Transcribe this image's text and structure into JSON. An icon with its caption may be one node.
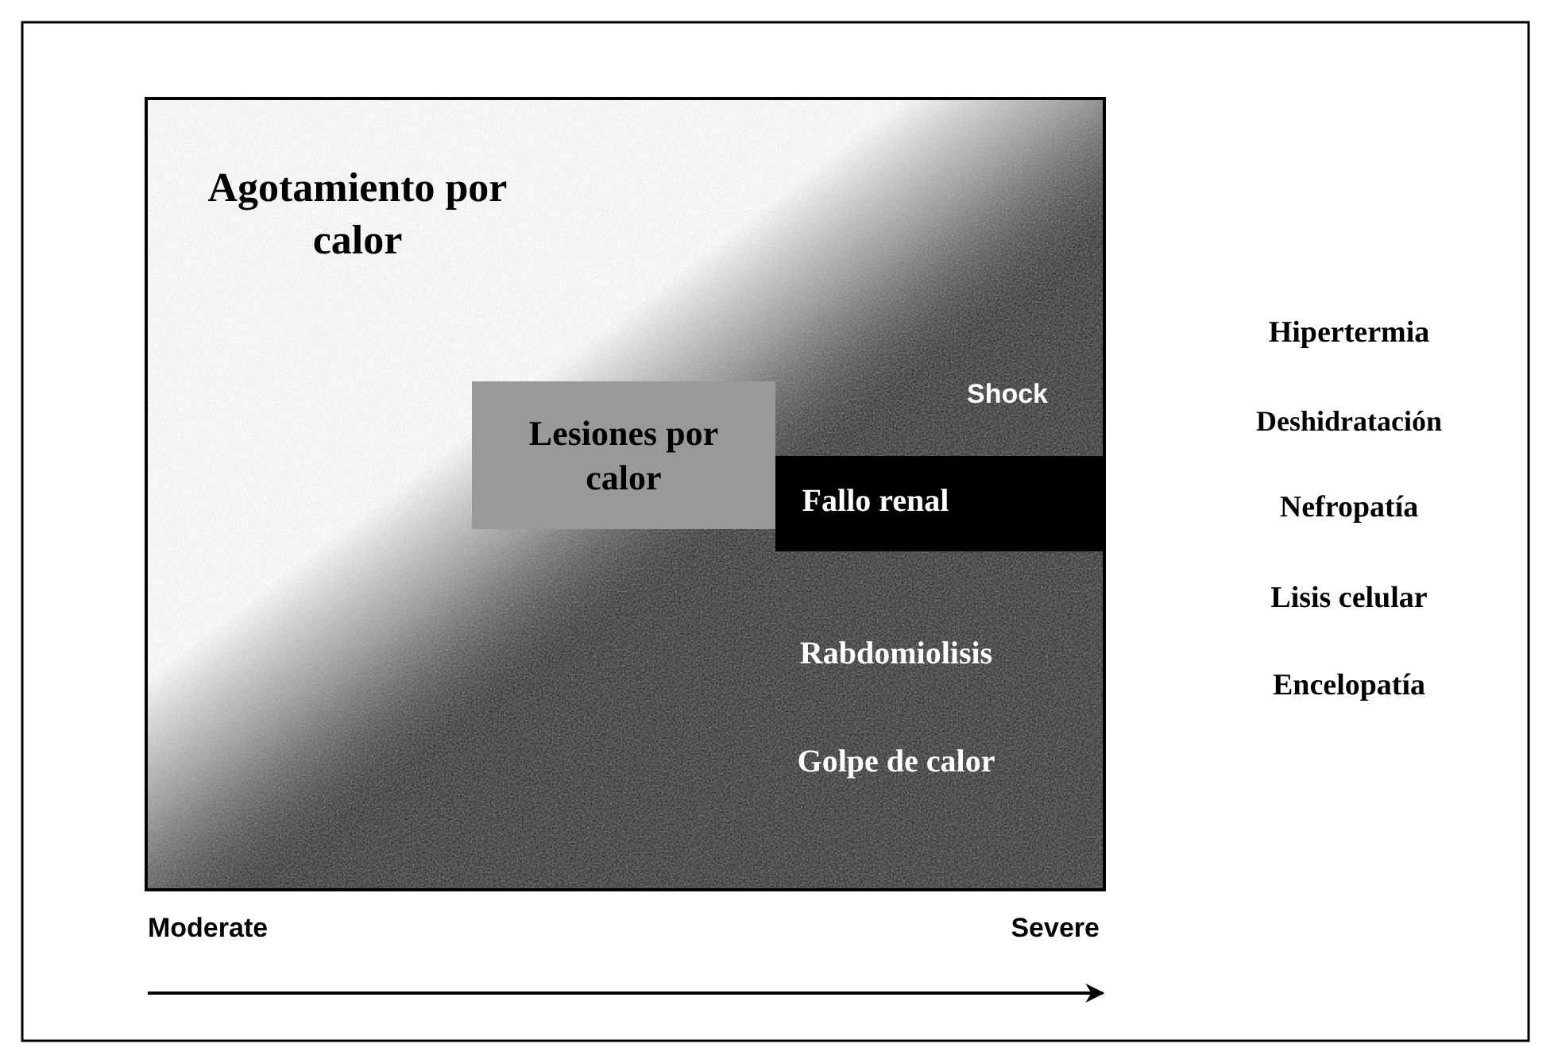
{
  "diagram": {
    "nodes": [
      {
        "text": [
          "Lesiones por calor"
        ]
      }
    ],
    "labels": [
      "Agotamiento por calor",
      "Shock",
      "Fallo renal",
      "Rabdomiolisis",
      "Golpe de calor",
      "Hipertermia",
      "Deshidratación",
      "Nefropatía",
      "Lisis celular",
      "Encelopatía",
      "Moderate",
      "Severe"
    ]
  }
}
